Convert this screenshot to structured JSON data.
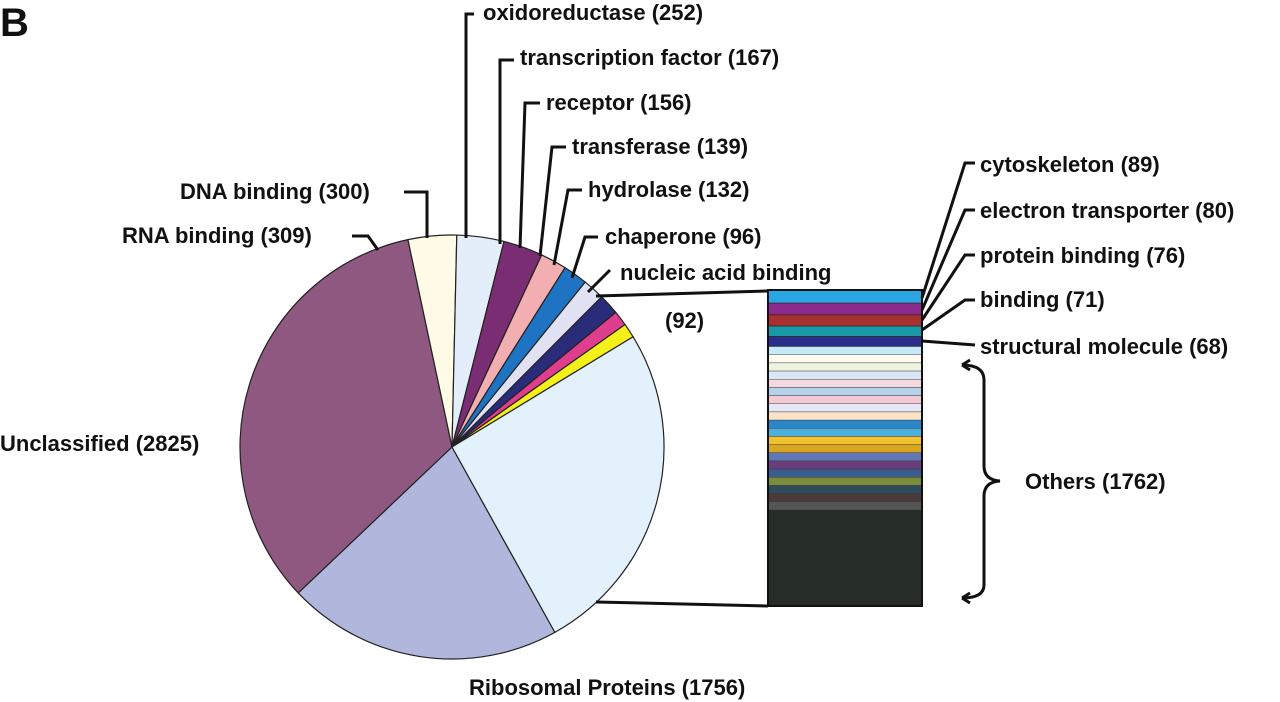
{
  "panel_letter": "B",
  "chart_data": {
    "type": "pie",
    "title": "",
    "slices": [
      {
        "label": "Ribosomal Proteins (1756)",
        "value": 1756,
        "color": "#b0b6dc"
      },
      {
        "label": "Unclassified (2825)",
        "value": 2825,
        "color": "#8e5880"
      },
      {
        "label": "RNA binding (309)",
        "value": 309,
        "color": "#fffbe6"
      },
      {
        "label": "DNA binding (300)",
        "value": 300,
        "color": "#e3eefa"
      },
      {
        "label": "oxidoreductase (252)",
        "value": 252,
        "color": "#7b2d73"
      },
      {
        "label": "transcription factor (167)",
        "value": 167,
        "color": "#f2aeb0"
      },
      {
        "label": "receptor (156)",
        "value": 156,
        "color": "#1e73c3"
      },
      {
        "label": "transferase (139)",
        "value": 139,
        "color": "#e0e2f4"
      },
      {
        "label": "hydrolase (132)",
        "value": 132,
        "color": "#2a2c7a"
      },
      {
        "label": "chaperone (96)",
        "value": 96,
        "color": "#df3d8e"
      },
      {
        "label": "nucleic acid binding (92)",
        "value": 92,
        "color": "#f5ef1a"
      },
      {
        "label": "Others (1762) group",
        "value": 2146,
        "color": "#e3f1fd"
      }
    ],
    "breakdown": {
      "items": [
        {
          "label": "cytoskeleton (89)",
          "value": 89,
          "color": "#29a6e3"
        },
        {
          "label": "electron transporter (80)",
          "value": 80,
          "color": "#8b2c8c"
        },
        {
          "label": "protein binding (76)",
          "value": 76,
          "color": "#a8302f"
        },
        {
          "label": "binding (71)",
          "value": 71,
          "color": "#199aa8"
        },
        {
          "label": "structural molecule (68)",
          "value": 68,
          "color": "#2b2f8a"
        }
      ],
      "others_label": "Others (1762)",
      "others_value": 1762,
      "others_stripe_colors": [
        "#c6e8f7",
        "#fffaf0",
        "#eef3e0",
        "#d9e6f6",
        "#f5d7e0",
        "#b6d2ea",
        "#f3c9d5",
        "#e6e8f5",
        "#fbe3c9",
        "#2a86c6",
        "#4bb0dd",
        "#f2c12e",
        "#d8a61f",
        "#5e78b8",
        "#6b3d7c",
        "#3a5c8f",
        "#7a8c3a",
        "#2f4a5a",
        "#4a3a3a",
        "#555555"
      ]
    }
  }
}
